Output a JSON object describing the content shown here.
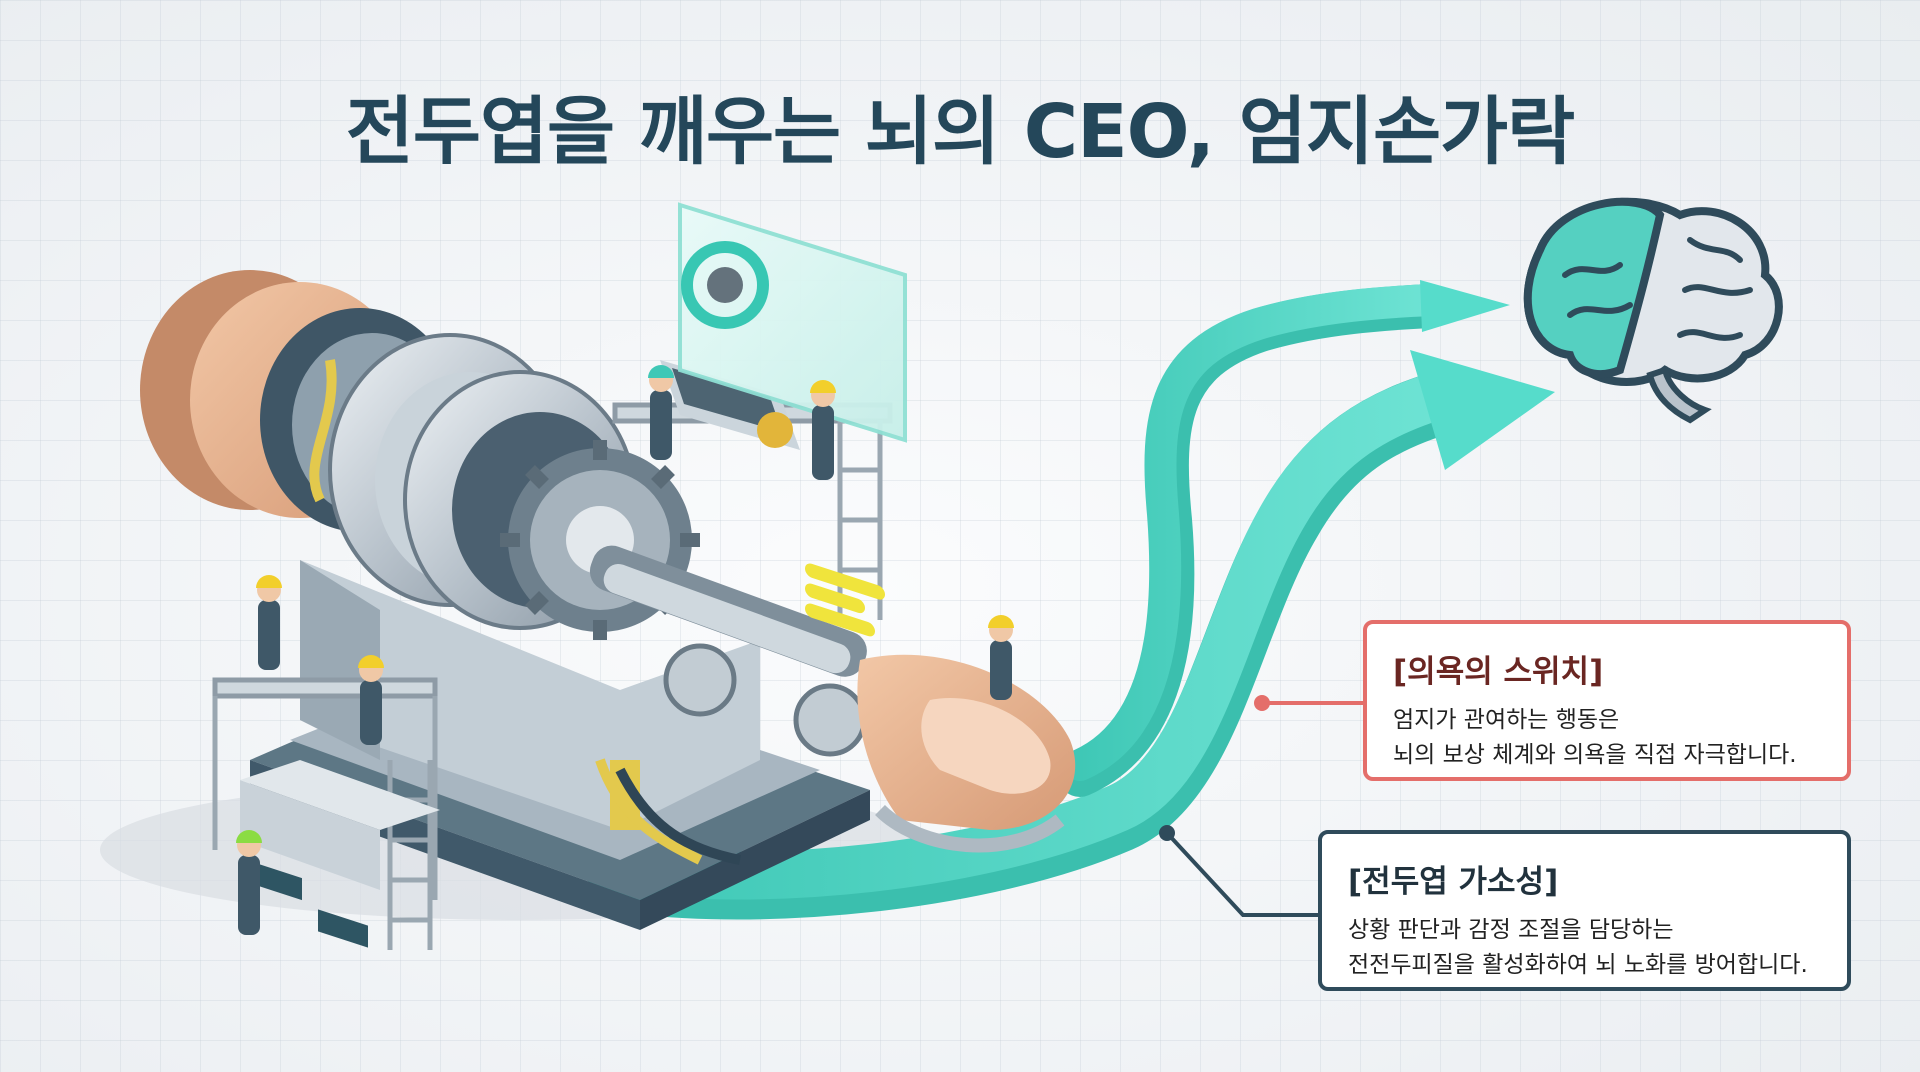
{
  "title": "전두엽을 깨우는 뇌의 CEO, 엄지손가락",
  "callouts": {
    "motivation": {
      "title": "[의욕의 스위치]",
      "lines": [
        "엄지가 관여하는 행동은",
        "뇌의 보상 체계와 의욕을 직접 자극합니다."
      ]
    },
    "plasticity": {
      "title": "[전두엽 가소성]",
      "lines": [
        "상황 판단과 감정 조절을 담당하는",
        "전전두피질을 활성화하여 뇌 노화를 방어합니다."
      ]
    }
  },
  "illustration": {
    "subjects": [
      "thumb-machine",
      "brain-icon",
      "workers",
      "control-screen",
      "signal-arrows"
    ]
  },
  "colors": {
    "title": "#24475a",
    "accent_teal": "#4fd6c4",
    "motivation_border": "#e46e6a",
    "plasticity_border": "#2f4b5b",
    "skin": "#e8b48f",
    "metal": "#b9c3cc",
    "dark_metal": "#4d6270"
  }
}
